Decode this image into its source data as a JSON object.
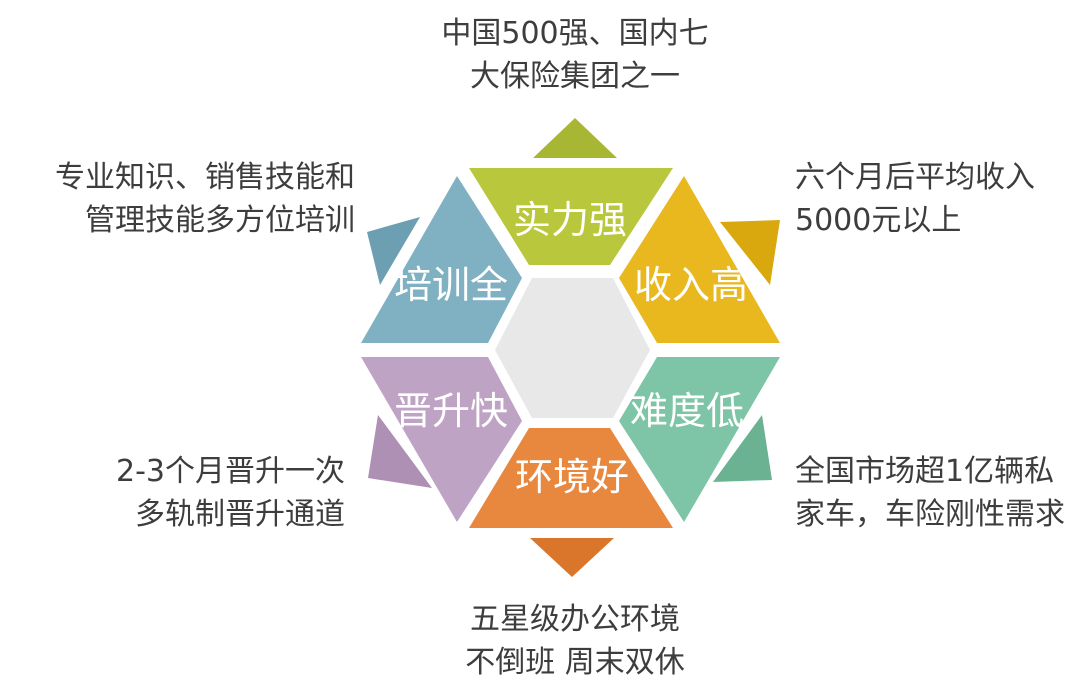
{
  "segments": [
    {
      "key": "top",
      "label": "实力强",
      "color": "#b9c73c",
      "arrow_color": "#a7b733"
    },
    {
      "key": "upper-right",
      "label": "收入高",
      "color": "#e9b81f",
      "arrow_color": "#d9a80f"
    },
    {
      "key": "lower-right",
      "label": "难度低",
      "color": "#7ec4a6",
      "arrow_color": "#6bb293"
    },
    {
      "key": "bottom",
      "label": "环境好",
      "color": "#e8883f",
      "arrow_color": "#d9762c"
    },
    {
      "key": "lower-left",
      "label": "晋升快",
      "color": "#bfa3c5",
      "arrow_color": "#ad90b4"
    },
    {
      "key": "upper-left",
      "label": "培训全",
      "color": "#7fb1c3",
      "arrow_color": "#6d9fb2"
    }
  ],
  "center_color": "#e8e8e8",
  "descriptions": {
    "top": [
      "中国500强、国内七",
      "大保险集团之一"
    ],
    "upper_right": [
      "六个月后平均收入",
      "5000元以上"
    ],
    "lower_right": [
      "全国市场超1亿辆私",
      "家车，车险刚性需求"
    ],
    "bottom": [
      "五星级办公环境",
      "不倒班 周末双休"
    ],
    "lower_left": [
      "2-3个月晋升一次",
      "多轨制晋升通道"
    ],
    "upper_left": [
      "专业知识、销售技能和",
      "管理技能多方位培训"
    ]
  }
}
